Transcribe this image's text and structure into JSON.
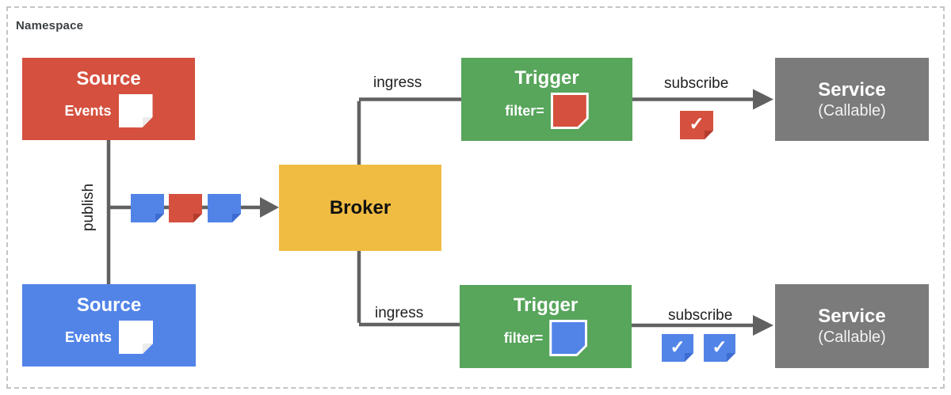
{
  "namespace": {
    "label": "Namespace"
  },
  "palette": {
    "red": "#D5503E",
    "blue": "#5284E8",
    "green": "#58A55C",
    "yellow": "#F0BC42",
    "gray": "#7B7B7B",
    "line": "#616161",
    "dashed_border": "#C4C4C4",
    "label_text": "#212121"
  },
  "nodes": {
    "source_top": {
      "title": "Source",
      "events_label": "Events",
      "color": "#D5503E",
      "note_color": "#FFFFFF"
    },
    "source_bottom": {
      "title": "Source",
      "events_label": "Events",
      "color": "#5284E8",
      "note_color": "#FFFFFF"
    },
    "broker": {
      "title": "Broker",
      "color": "#F0BC42"
    },
    "trigger_top": {
      "title": "Trigger",
      "filter_label": "filter=",
      "color": "#58A55C",
      "filter_note_color": "#D5503E"
    },
    "trigger_bottom": {
      "title": "Trigger",
      "filter_label": "filter=",
      "color": "#58A55C",
      "filter_note_color": "#5284E8"
    },
    "service_top": {
      "title": "Service",
      "subtitle": "(Callable)",
      "color": "#7B7B7B"
    },
    "service_bottom": {
      "title": "Service",
      "subtitle": "(Callable)",
      "color": "#7B7B7B"
    }
  },
  "edges": {
    "publish": {
      "label": "publish"
    },
    "ingress_top": {
      "label": "ingress"
    },
    "ingress_bottom": {
      "label": "ingress"
    },
    "subscribe_top": {
      "label": "subscribe"
    },
    "subscribe_bottom": {
      "label": "subscribe"
    }
  },
  "event_stream": {
    "note_colors": [
      "#5284E8",
      "#D5503E",
      "#5284E8"
    ]
  },
  "acks": {
    "check_glyph": "✓",
    "top_note_colors": [
      "#D5503E"
    ],
    "bottom_note_colors": [
      "#5284E8",
      "#5284E8"
    ]
  }
}
